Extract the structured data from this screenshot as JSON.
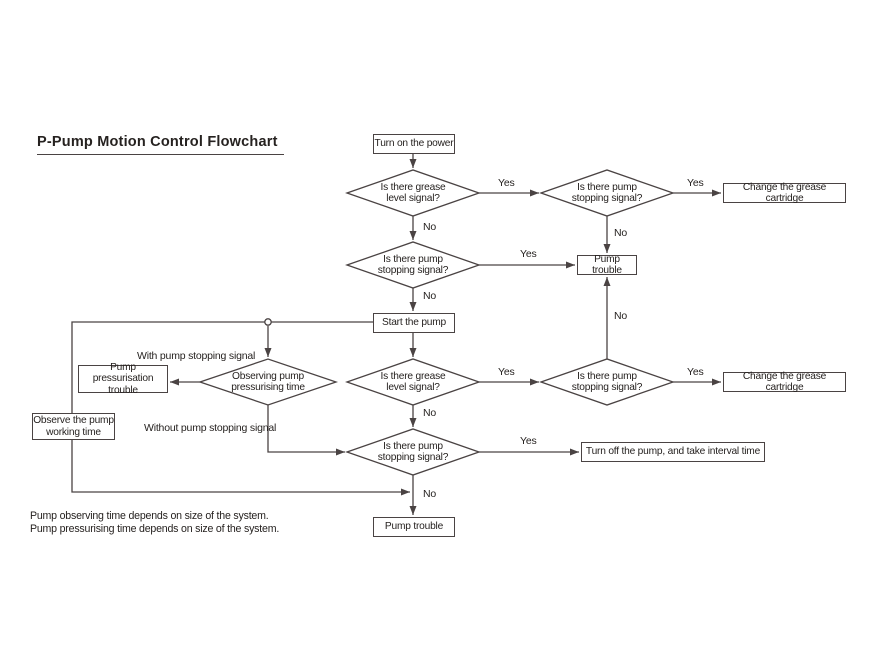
{
  "title": "P-Pump Motion Control Flowchart",
  "colors": {
    "line": "#4a4343",
    "text": "#262220",
    "background": "#ffffff"
  },
  "labels": {
    "yes": "Yes",
    "no": "No",
    "with_pump_stopping_signal": "With pump stopping signal",
    "without_pump_stopping_signal": "Without pump stopping signal"
  },
  "boxes": {
    "turn_on_power": "Turn on the power",
    "change_grease_cartridge_top": "Change the grease cartridge",
    "pump_trouble_mid": "Pump trouble",
    "start_pump": "Start the pump",
    "pump_pressurisation_trouble": "Pump pressurisation\ntrouble",
    "change_grease_cartridge_mid": "Change the grease cartridge",
    "observe_pump_working_time": "Observe the pump\nworking time",
    "turn_off_pump": "Turn off the pump, and take interval time",
    "pump_trouble_bottom": "Pump trouble"
  },
  "decisions": {
    "grease_level_top": "Is there grease\nlevel signal?",
    "pump_stopping_top_right": "Is there pump\nstopping signal?",
    "pump_stopping_upper": "Is there pump\nstopping signal?",
    "grease_level_mid": "Is there grease\nlevel signal?",
    "observing_pump_pressurising_time": "Observing pump\npressurising time",
    "pump_stopping_mid_right": "Is there pump\nstopping signal?",
    "pump_stopping_lower": "Is there pump\nstopping signal?"
  },
  "notes": {
    "line1": "Pump observing time depends on size of the system.",
    "line2": "Pump pressurising time depends on size of the system."
  }
}
